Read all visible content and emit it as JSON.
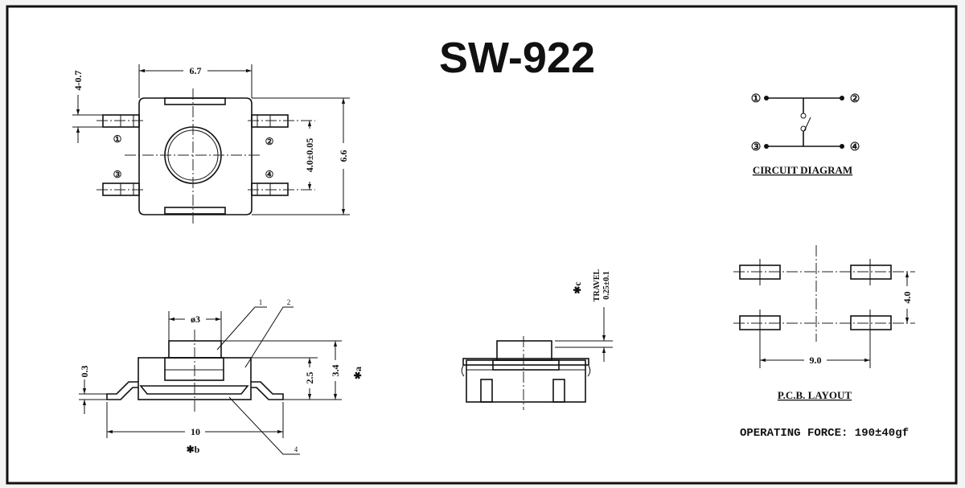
{
  "title": "SW-922",
  "top_view": {
    "width_dim": "6.7",
    "height_dim": "6.6",
    "pin_spacing_dim": "4.0±0.05",
    "lead_width_dim": "4-0.7",
    "pins": [
      "①",
      "②",
      "③",
      "④"
    ]
  },
  "side_view": {
    "button_dia": "ø3",
    "length_dim": "10",
    "body_height": "2.5",
    "total_height": "3.4",
    "lead_thickness": "0.3",
    "note_a": "✱a",
    "note_b": "✱b",
    "callouts": [
      "1",
      "2",
      "4"
    ]
  },
  "front_view": {
    "travel_label": "TRAVEL",
    "travel_value": "0.25±0.1",
    "note_c": "✱c"
  },
  "circuit": {
    "caption": "CIRCUIT DIAGRAM",
    "pins": [
      "①",
      "②",
      "③",
      "④"
    ]
  },
  "pcb": {
    "caption": "P.C.B. LAYOUT",
    "pitch_x": "9.0",
    "pitch_y": "4.0"
  },
  "operating_force": "OPERATING FORCE: 190±40gf"
}
